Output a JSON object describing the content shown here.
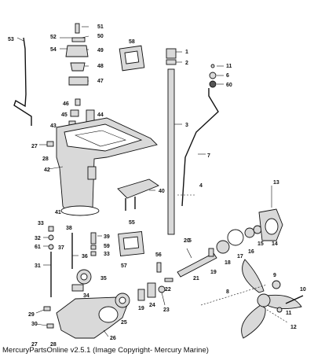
{
  "caption": "MercuryPartsOnline v2.5.1 (Image Copyright- Mercury Marine)",
  "callouts": [
    "1",
    "2",
    "3",
    "4",
    "5",
    "6",
    "7",
    "8",
    "9",
    "10",
    "11",
    "12",
    "13",
    "14",
    "15",
    "16",
    "17",
    "18",
    "19",
    "20",
    "21",
    "22",
    "23",
    "24",
    "25",
    "26",
    "27",
    "28",
    "29",
    "30",
    "31",
    "32",
    "33",
    "34",
    "35",
    "36",
    "37",
    "38",
    "39",
    "40",
    "41",
    "42",
    "43",
    "44",
    "45",
    "46",
    "47",
    "48",
    "49",
    "50",
    "51",
    "52",
    "53",
    "54",
    "55",
    "56",
    "57",
    "58",
    "59",
    "60",
    "61"
  ],
  "label_icon": "parts-bag-icon"
}
